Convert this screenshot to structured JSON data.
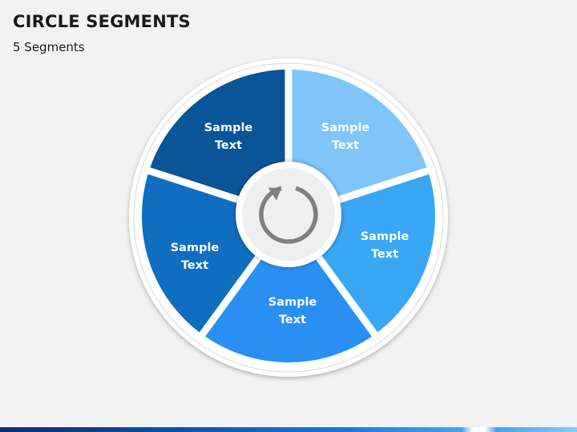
{
  "title": "CIRCLE SEGMENTS",
  "subtitle": "5 Segments",
  "colors": {
    "background": "#f2f2f2",
    "ring": "#ffffff",
    "hub_icon": "#808080"
  },
  "center_icon": "refresh-cycle-icon",
  "segments": [
    {
      "label_line1": "Sample",
      "label_line2": "Text",
      "color": "#0a5598"
    },
    {
      "label_line1": "Sample",
      "label_line2": "Text",
      "color": "#7fc4fb"
    },
    {
      "label_line1": "Sample",
      "label_line2": "Text",
      "color": "#3aa7f5"
    },
    {
      "label_line1": "Sample",
      "label_line2": "Text",
      "color": "#2a8ff3"
    },
    {
      "label_line1": "Sample",
      "label_line2": "Text",
      "color": "#0f6ec0"
    }
  ]
}
